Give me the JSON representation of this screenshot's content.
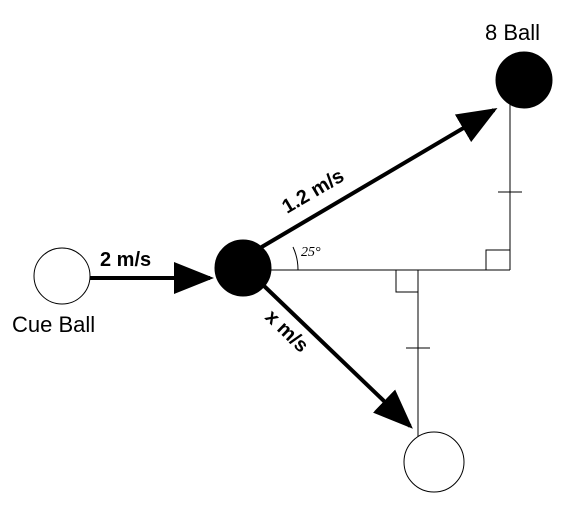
{
  "diagram": {
    "balls": {
      "cue_ball_label": "Cue Ball",
      "eight_ball_label": "8 Ball"
    },
    "velocities": {
      "initial": "2 m/s",
      "eight_ball": "1.2 m/s",
      "cue_ball_after": "x m/s"
    },
    "angle_label": "25°",
    "colors": {
      "ball_dark": "#000000",
      "ball_light": "#ffffff",
      "line": "#000000",
      "background": "#ffffff"
    }
  }
}
